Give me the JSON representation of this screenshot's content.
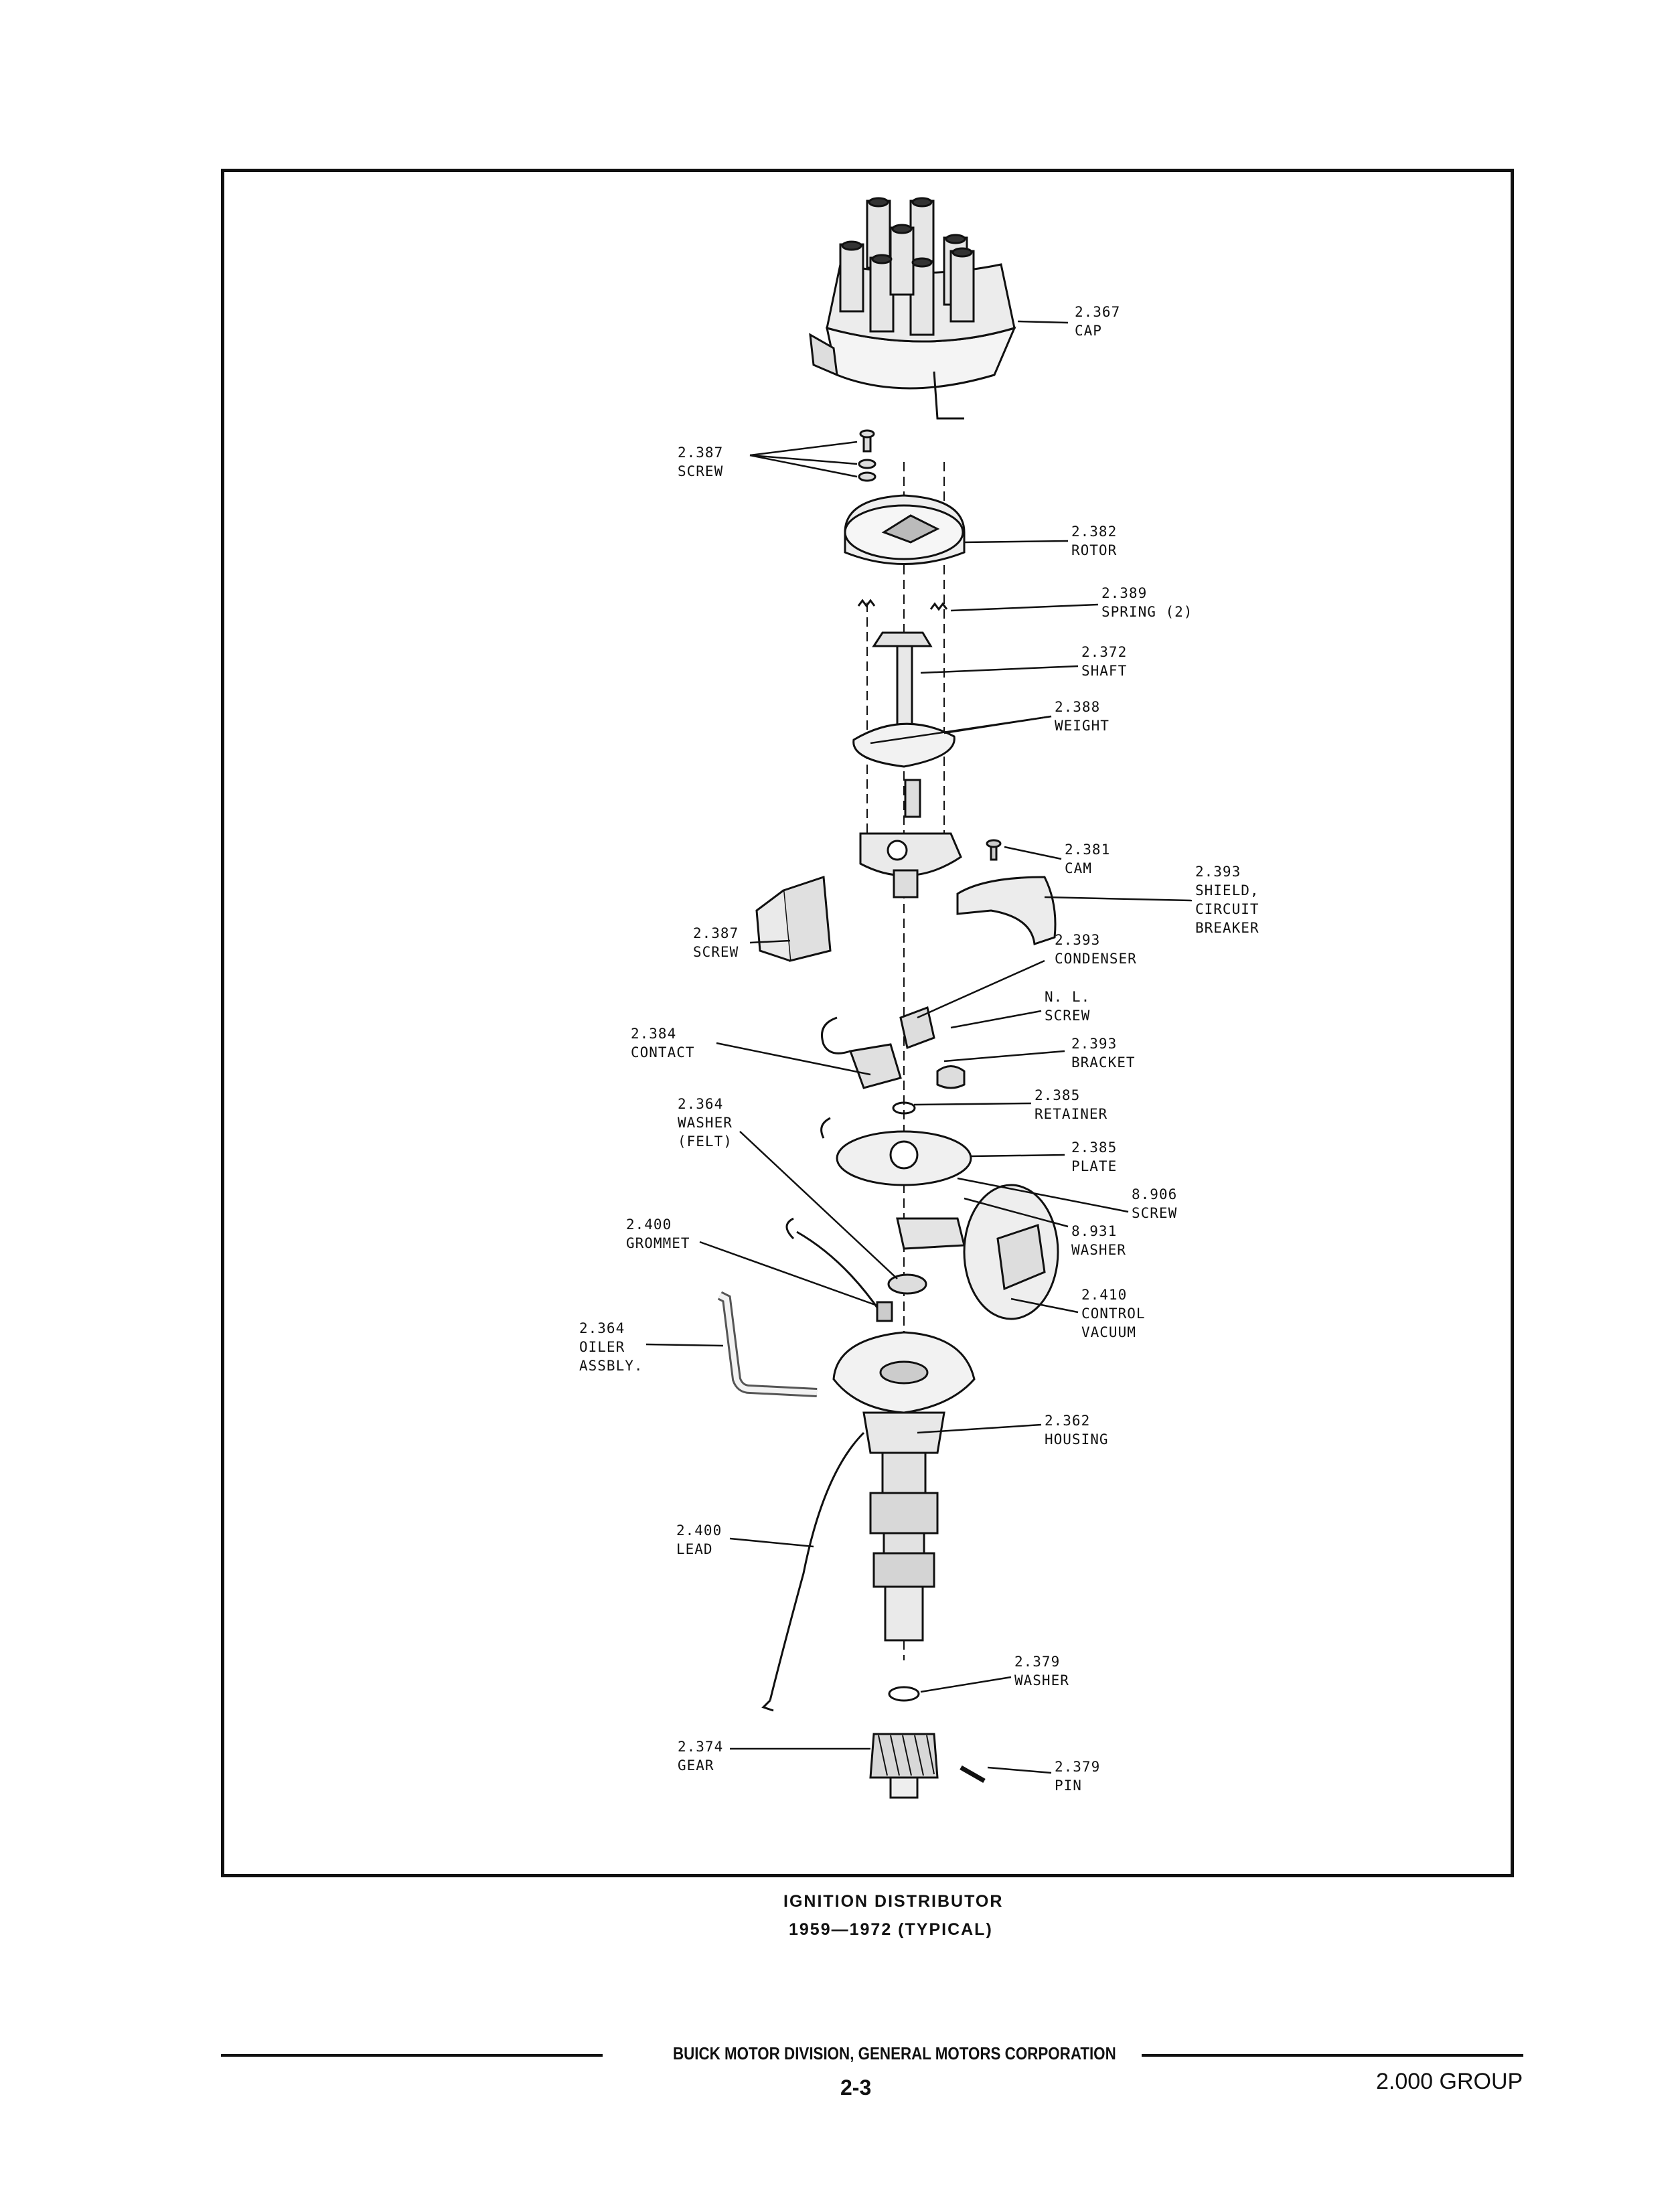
{
  "labels": {
    "cap": {
      "num": "2.367",
      "name": "CAP"
    },
    "screw_top": {
      "num": "2.387",
      "name": "SCREW"
    },
    "rotor": {
      "num": "2.382",
      "name": "ROTOR"
    },
    "spring": {
      "num": "2.389",
      "name": "SPRING (2)"
    },
    "shaft": {
      "num": "2.372",
      "name": "SHAFT"
    },
    "weight": {
      "num": "2.388",
      "name": "WEIGHT"
    },
    "cam": {
      "num": "2.381",
      "name": "CAM"
    },
    "shield": {
      "num": "2.393",
      "name1": "SHIELD,",
      "name2": "CIRCUIT",
      "name3": "BREAKER"
    },
    "screw_mid": {
      "num": "2.387",
      "name": "SCREW"
    },
    "condenser": {
      "num": "2.393",
      "name": "CONDENSER"
    },
    "nl_screw": {
      "num": "N. L.",
      "name": "SCREW"
    },
    "contact": {
      "num": "2.384",
      "name": "CONTACT"
    },
    "bracket": {
      "num": "2.393",
      "name": "BRACKET"
    },
    "retainer": {
      "num": "2.385",
      "name": "RETAINER"
    },
    "washer_felt": {
      "num": "2.364",
      "name1": "WASHER",
      "name2": "(FELT)"
    },
    "plate": {
      "num": "2.385",
      "name": "PLATE"
    },
    "screw_8906": {
      "num": "8.906",
      "name": "SCREW"
    },
    "grommet": {
      "num": "2.400",
      "name": "GROMMET"
    },
    "washer_8931": {
      "num": "8.931",
      "name": "WASHER"
    },
    "control": {
      "num": "2.410",
      "name1": "CONTROL",
      "name2": "VACUUM"
    },
    "oiler": {
      "num": "2.364",
      "name1": "OILER",
      "name2": "ASSBLY."
    },
    "housing": {
      "num": "2.362",
      "name": "HOUSING"
    },
    "lead": {
      "num": "2.400",
      "name": "LEAD"
    },
    "washer_bottom": {
      "num": "2.379",
      "name": "WASHER"
    },
    "gear": {
      "num": "2.374",
      "name": "GEAR"
    },
    "pin": {
      "num": "2.379",
      "name": "PIN"
    }
  },
  "caption": {
    "line1": "IGNITION DISTRIBUTOR",
    "line2": "1959—1972 (TYPICAL)"
  },
  "footer": {
    "publisher": "BUICK MOTOR DIVISION, GENERAL MOTORS CORPORATION",
    "page": "2-3",
    "group": "2.000 GROUP"
  }
}
